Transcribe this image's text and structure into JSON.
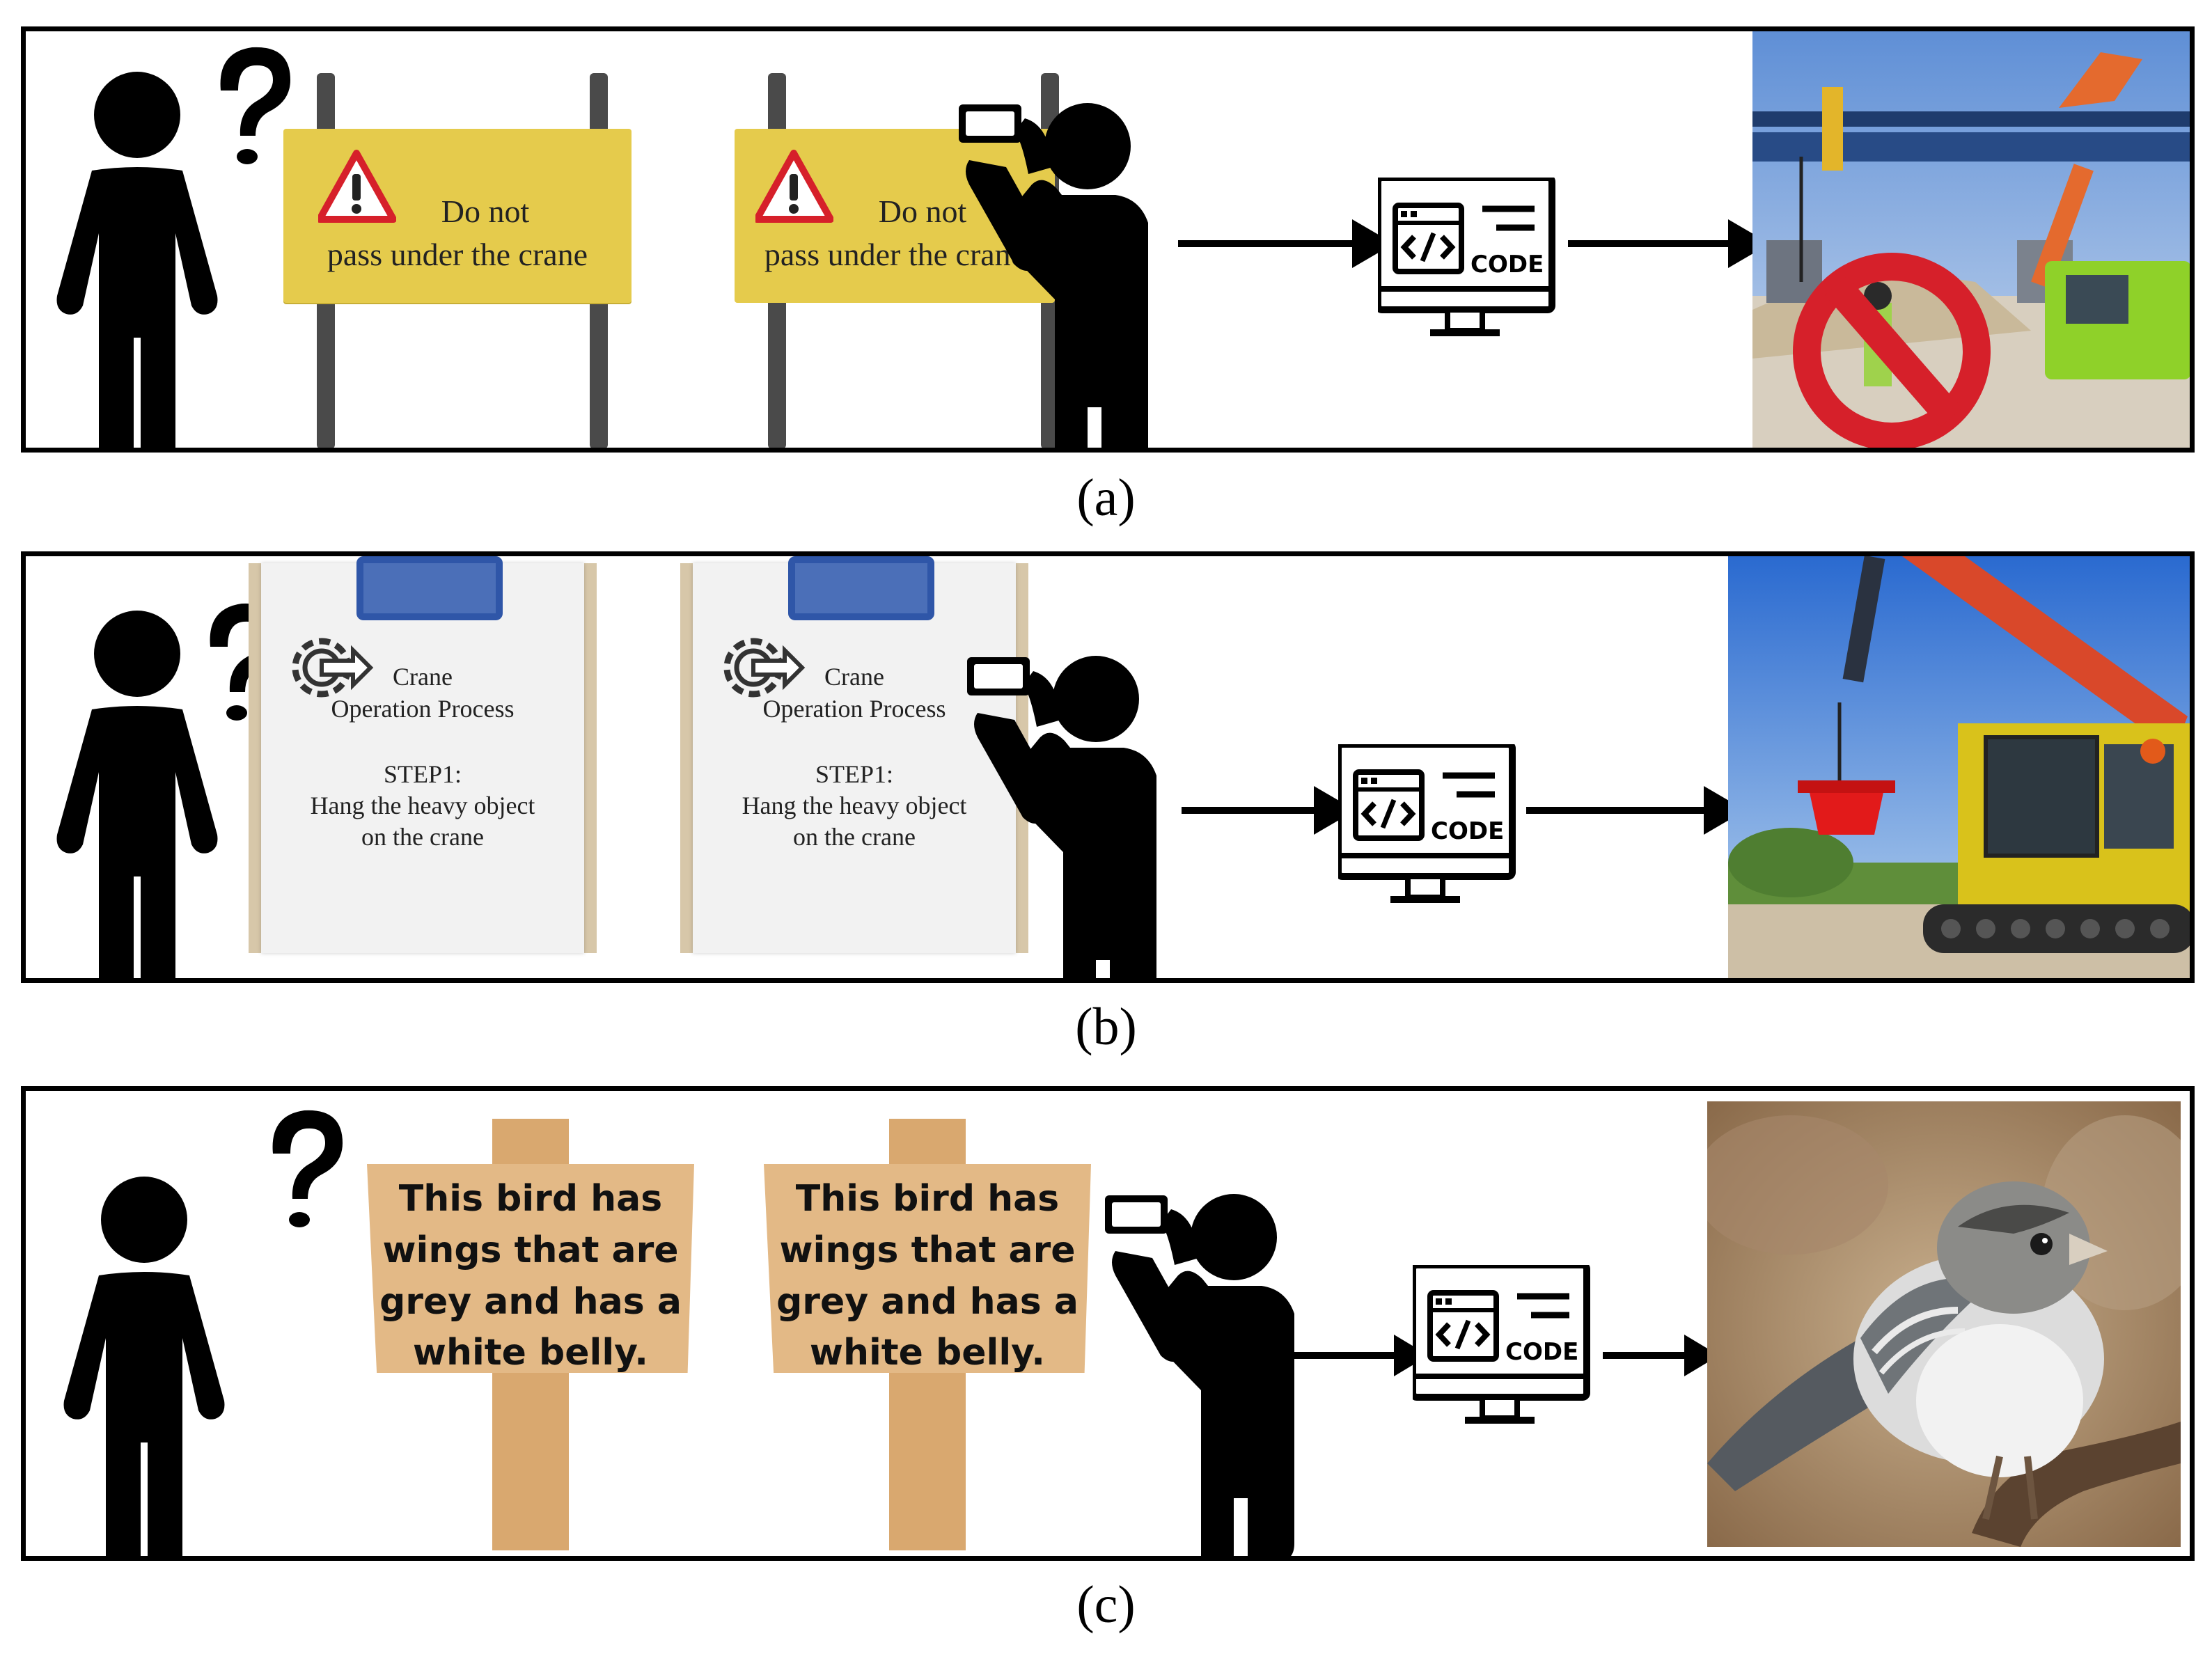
{
  "captions": {
    "a": "(a)",
    "b": "(b)",
    "c": "(c)"
  },
  "panel_a": {
    "sign_line1": "Do not",
    "sign_line2": "pass under the crane",
    "code_label": "CODE",
    "question_mark": "?"
  },
  "panel_b": {
    "doc_title1": "Crane",
    "doc_title2": "Operation Process",
    "doc_step": "STEP1:",
    "doc_body1": "Hang the heavy object",
    "doc_body2": "on the crane",
    "code_label": "CODE",
    "question_mark": "?"
  },
  "panel_c": {
    "wood_line1": "This bird has",
    "wood_line2": "wings that are",
    "wood_line3": "grey and has a",
    "wood_line4": "white belly.",
    "code_label": "CODE",
    "question_mark": "?"
  },
  "colors": {
    "sign_yellow": "#e5cb4c",
    "warning_red": "#d6202a",
    "wood": "#e3b986",
    "post": "#d9a86f",
    "crane_blue": "#284b86",
    "crane_red": "#d9482a",
    "machine_yellow": "#d9c21b",
    "machine_green": "#8fd129",
    "bucket_red": "#e21a1a"
  }
}
